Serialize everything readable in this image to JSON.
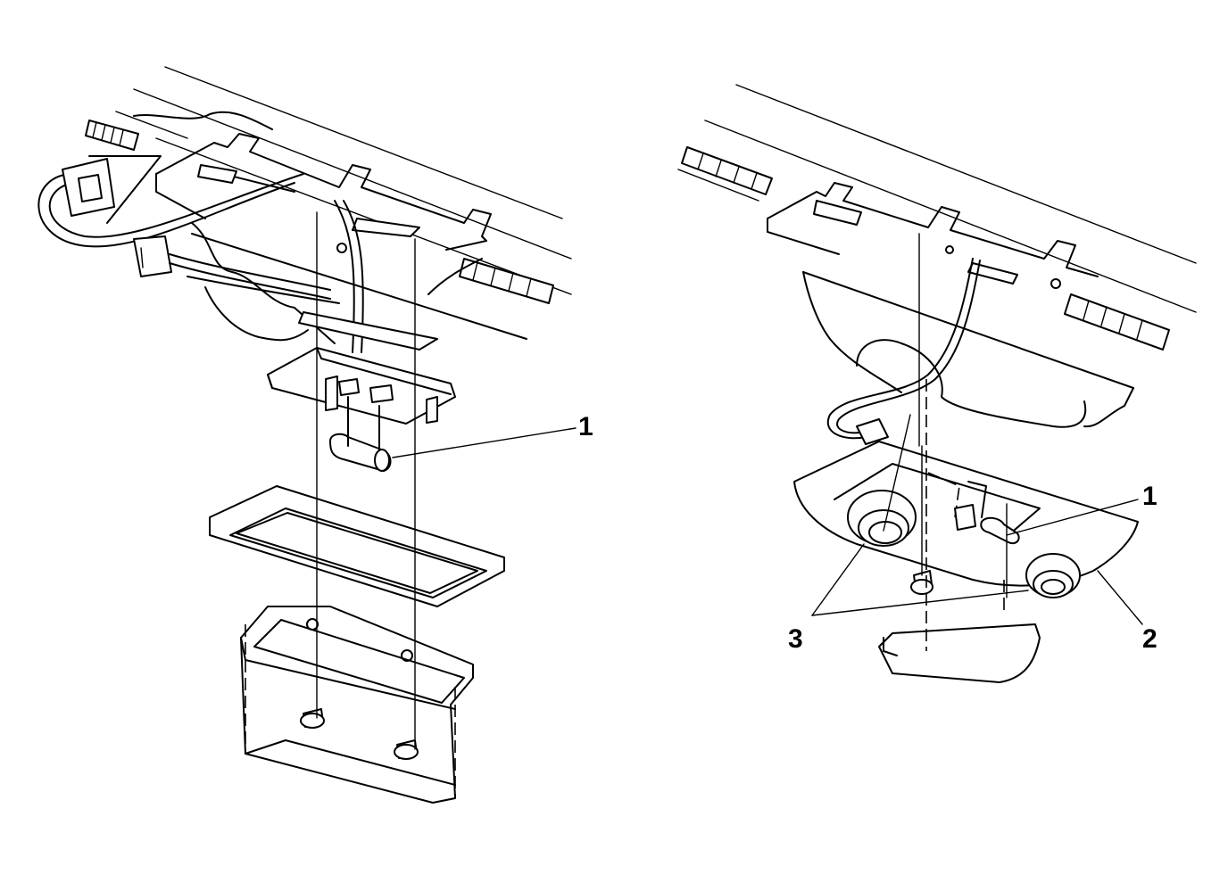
{
  "callouts": {
    "left": [
      {
        "id": "left-1",
        "text": "1"
      }
    ],
    "right": [
      {
        "id": "right-1",
        "text": "1"
      },
      {
        "id": "right-2",
        "text": "2"
      },
      {
        "id": "right-3",
        "text": "3"
      }
    ]
  },
  "colors": {
    "line": "#000000",
    "background": "#ffffff"
  }
}
